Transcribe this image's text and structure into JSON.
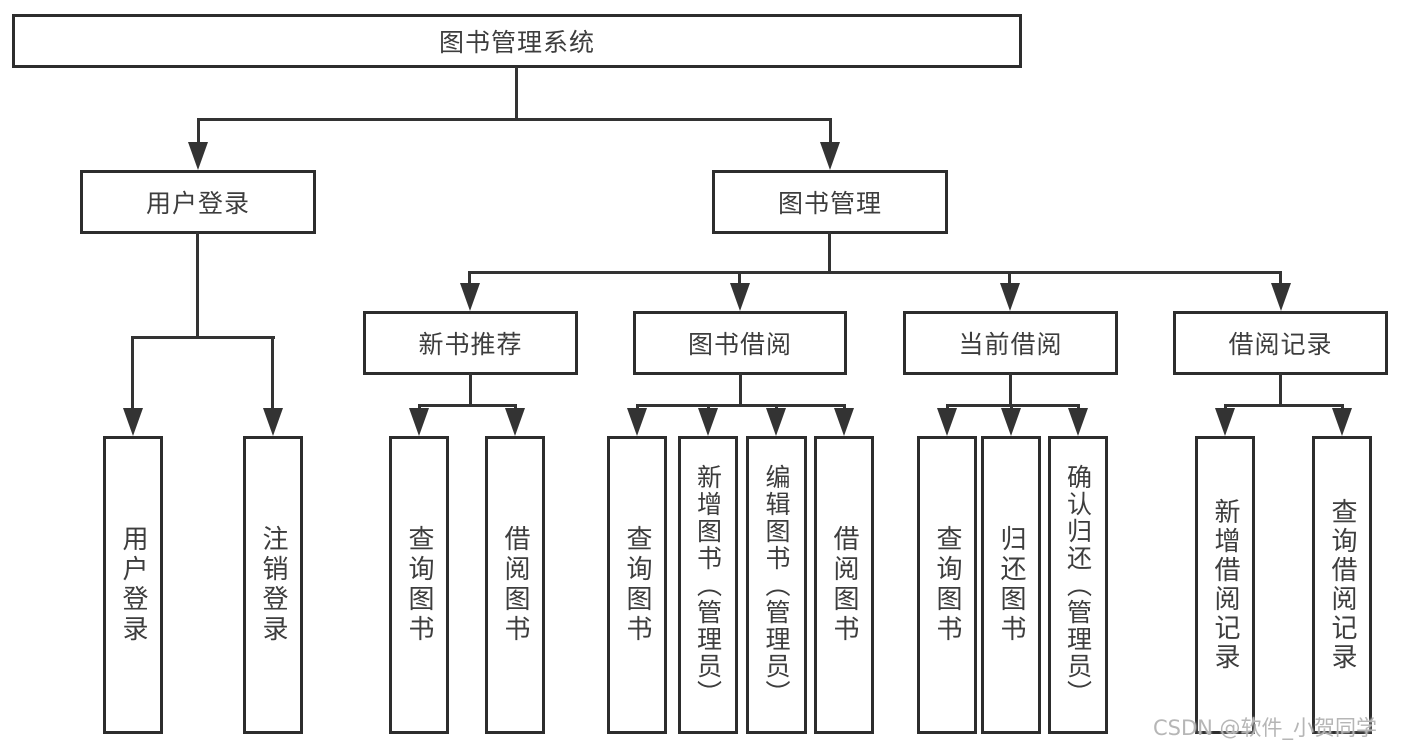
{
  "watermark": "CSDN @软件_小贺同学",
  "colors": {
    "line": "#333333",
    "box_border": "#2d2d2d",
    "text": "#3d3d3d",
    "background": "#ffffff",
    "watermark": "#b2b2b2"
  },
  "tree": {
    "label": "图书管理系统",
    "children": [
      {
        "label": "用户登录",
        "children": [
          {
            "label": "用户登录"
          },
          {
            "label": "注销登录"
          }
        ]
      },
      {
        "label": "图书管理",
        "children": [
          {
            "label": "新书推荐",
            "children": [
              {
                "label": "查询图书"
              },
              {
                "label": "借阅图书"
              }
            ]
          },
          {
            "label": "图书借阅",
            "children": [
              {
                "label": "查询图书"
              },
              {
                "label": "新增图书（管理员）"
              },
              {
                "label": "编辑图书（管理员）"
              },
              {
                "label": "借阅图书"
              }
            ]
          },
          {
            "label": "当前借阅",
            "children": [
              {
                "label": "查询图书"
              },
              {
                "label": "归还图书"
              },
              {
                "label": "确认归还（管理员）"
              }
            ]
          },
          {
            "label": "借阅记录",
            "children": [
              {
                "label": "新增借阅记录"
              },
              {
                "label": "查询借阅记录"
              }
            ]
          }
        ]
      }
    ]
  }
}
